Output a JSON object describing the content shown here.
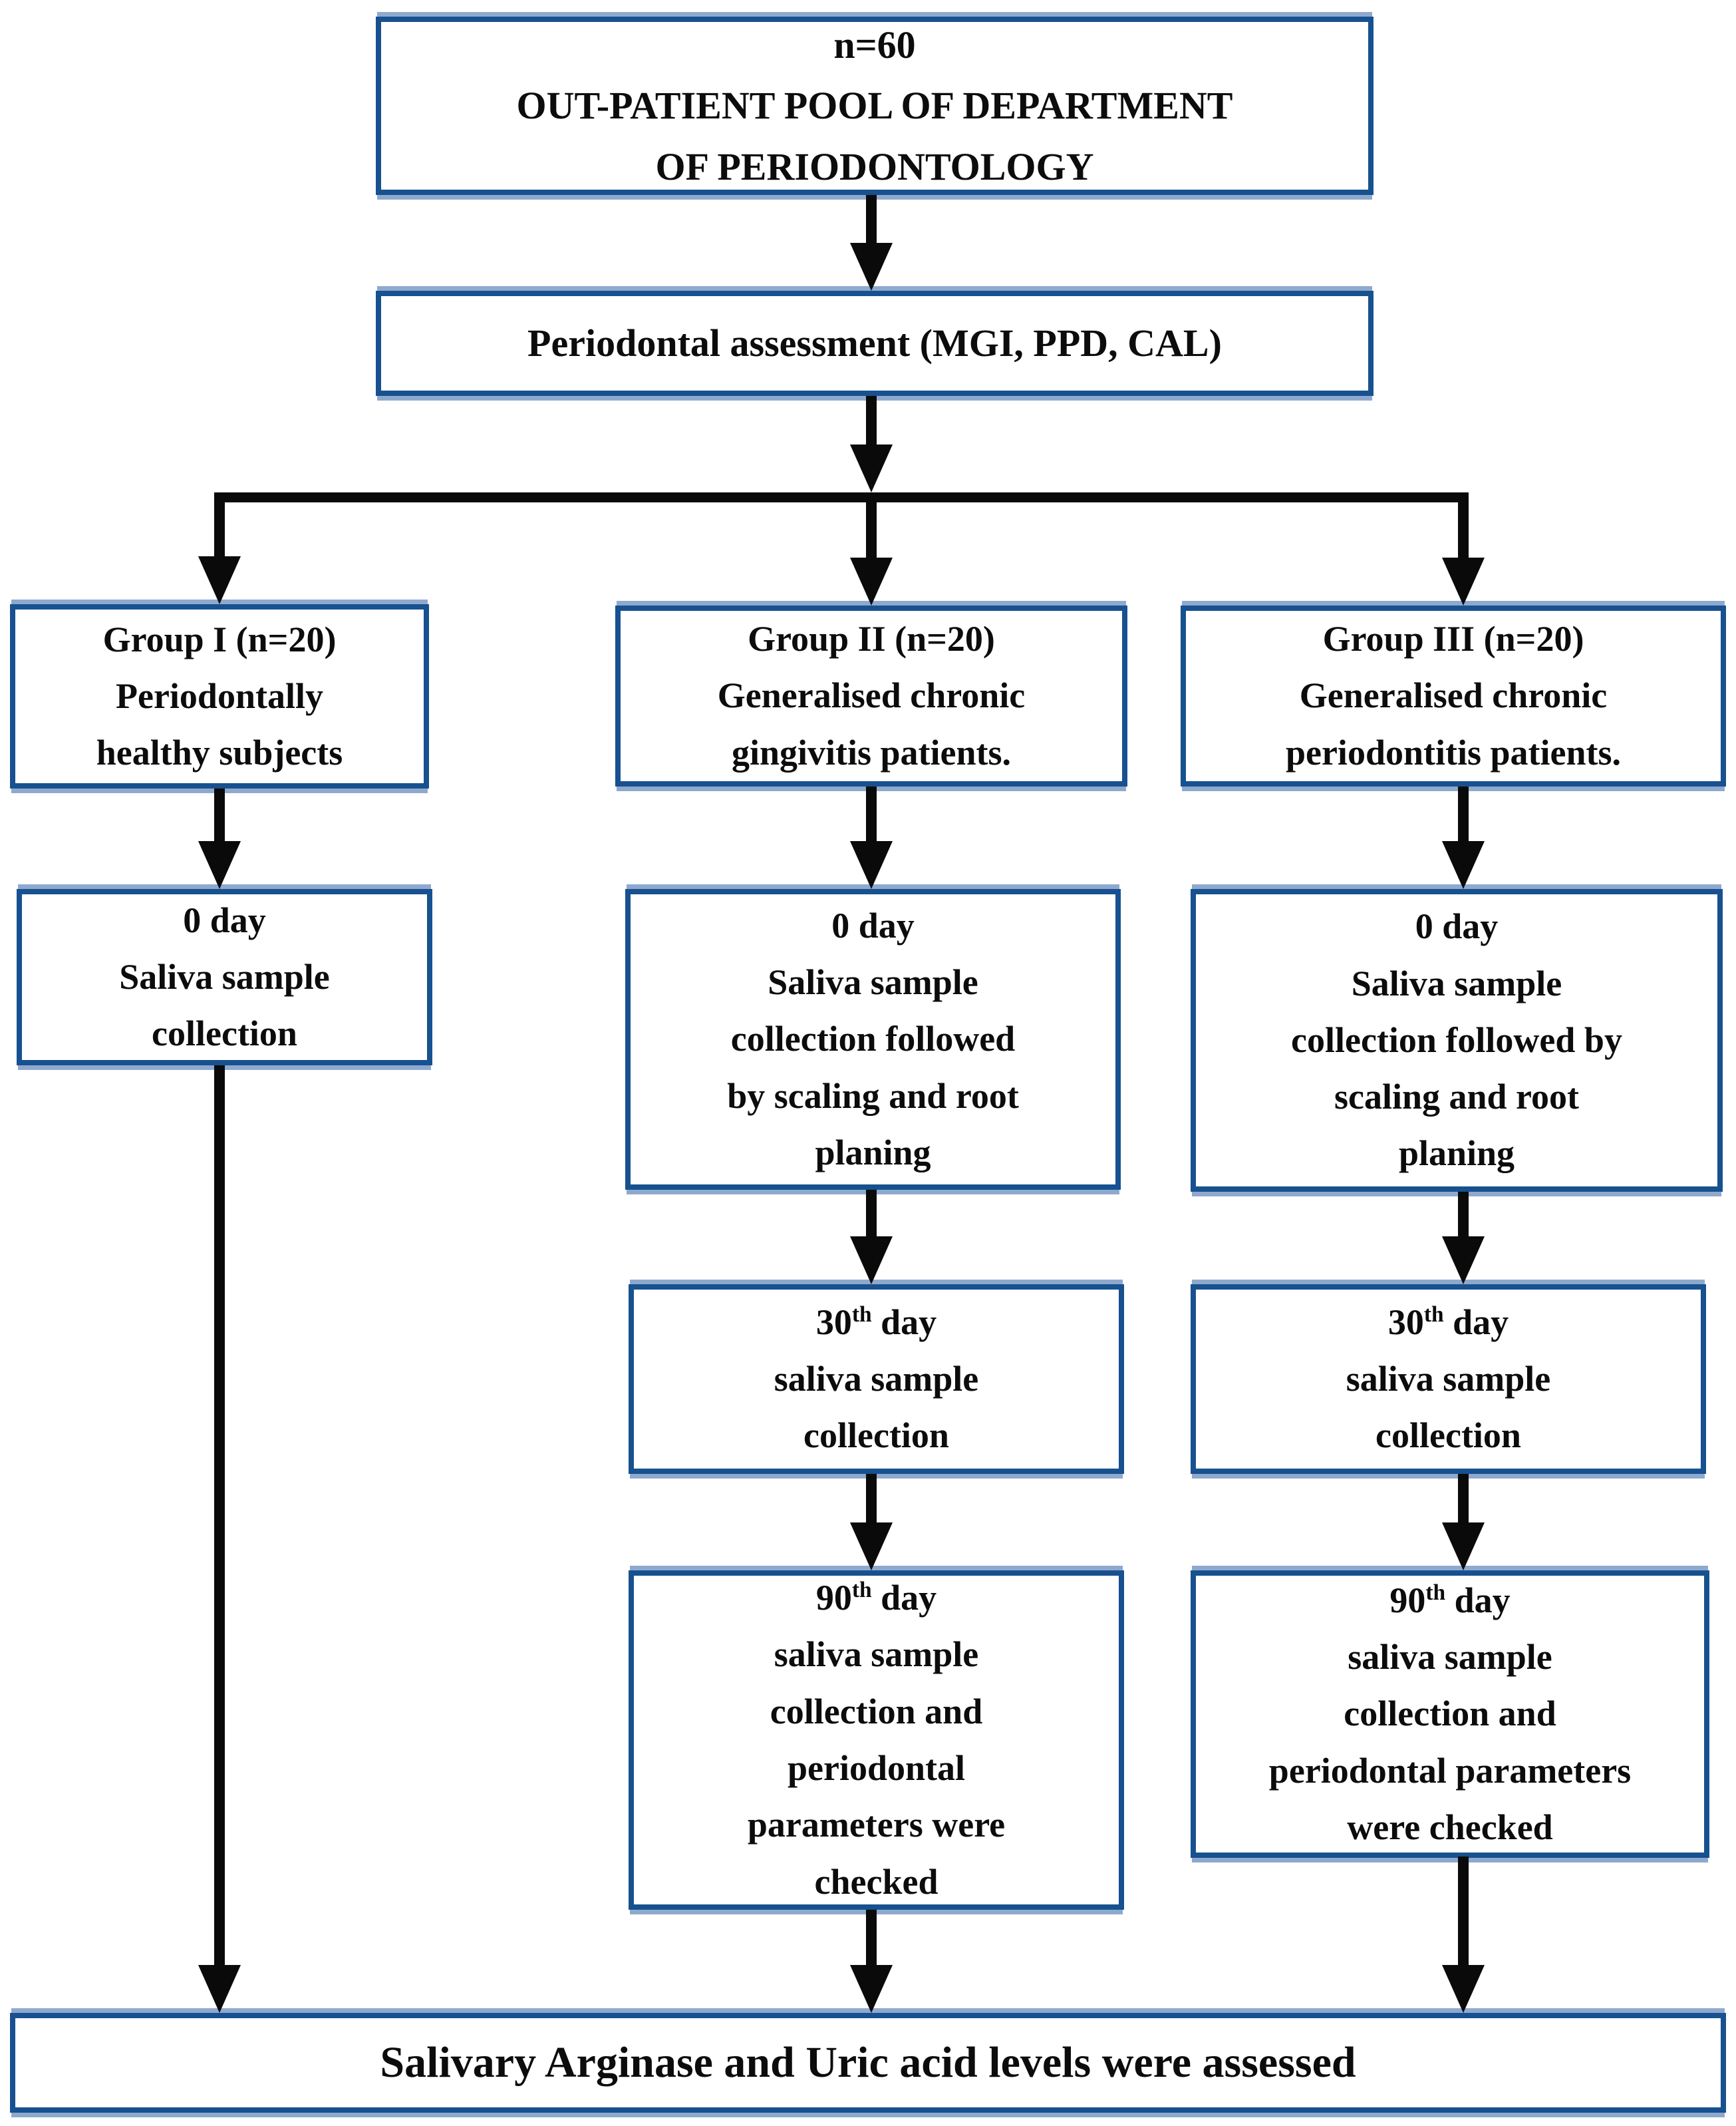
{
  "diagram_title": "Study design flowchart",
  "colors": {
    "border_dark": "#17518f",
    "border_light": "#8fa9ce",
    "arrow": "#0a0a0a",
    "text": "#0c0c0c",
    "background": "#ffffff"
  },
  "boxes": {
    "pool": {
      "lines": [
        "n=60",
        "OUT-PATIENT POOL OF DEPARTMENT",
        "OF PERIODONTOLOGY"
      ]
    },
    "assessment": {
      "lines": [
        "Periodontal assessment (MGI, PPD, CAL)"
      ]
    },
    "group1": {
      "lines": [
        "Group I (n=20)",
        "Periodontally",
        "healthy subjects"
      ]
    },
    "group2": {
      "lines": [
        "Group II (n=20)",
        "Generalised chronic",
        "gingivitis patients."
      ]
    },
    "group3": {
      "lines": [
        "Group III (n=20)",
        "Generalised chronic",
        "periodontitis patients."
      ]
    },
    "day0_group1": {
      "lines": [
        "0 day",
        "Saliva sample",
        "collection"
      ]
    },
    "day0_group2": {
      "lines": [
        "0 day",
        "Saliva sample",
        "collection followed",
        "by scaling and root",
        "planing"
      ]
    },
    "day0_group3": {
      "lines": [
        "0 day",
        "Saliva sample",
        "collection followed by",
        "scaling and root",
        "planing"
      ]
    },
    "day30_group2": {
      "lines": [
        "30^th^ day",
        "saliva sample",
        "collection"
      ]
    },
    "day30_group3": {
      "lines": [
        "30^th^ day",
        "saliva sample",
        "collection"
      ]
    },
    "day90_group2": {
      "lines": [
        "90^th^ day",
        "saliva sample",
        "collection and",
        "periodontal",
        "parameters were",
        "checked"
      ]
    },
    "day90_group3": {
      "lines": [
        "90^th^ day",
        "saliva sample",
        "collection and",
        "periodontal parameters",
        "were checked"
      ]
    },
    "outcome": {
      "lines": [
        "Salivary Arginase and Uric acid levels were assessed"
      ]
    }
  },
  "connections": [
    {
      "from": "pool",
      "to": "assessment"
    },
    {
      "from": "assessment",
      "to": "group1"
    },
    {
      "from": "assessment",
      "to": "group2"
    },
    {
      "from": "assessment",
      "to": "group3"
    },
    {
      "from": "group1",
      "to": "day0_group1"
    },
    {
      "from": "group2",
      "to": "day0_group2"
    },
    {
      "from": "group3",
      "to": "day0_group3"
    },
    {
      "from": "day0_group1",
      "to": "outcome"
    },
    {
      "from": "day0_group2",
      "to": "day30_group2"
    },
    {
      "from": "day0_group3",
      "to": "day30_group3"
    },
    {
      "from": "day30_group2",
      "to": "day90_group2"
    },
    {
      "from": "day30_group3",
      "to": "day90_group3"
    },
    {
      "from": "day90_group2",
      "to": "outcome"
    },
    {
      "from": "day90_group3",
      "to": "outcome"
    }
  ]
}
